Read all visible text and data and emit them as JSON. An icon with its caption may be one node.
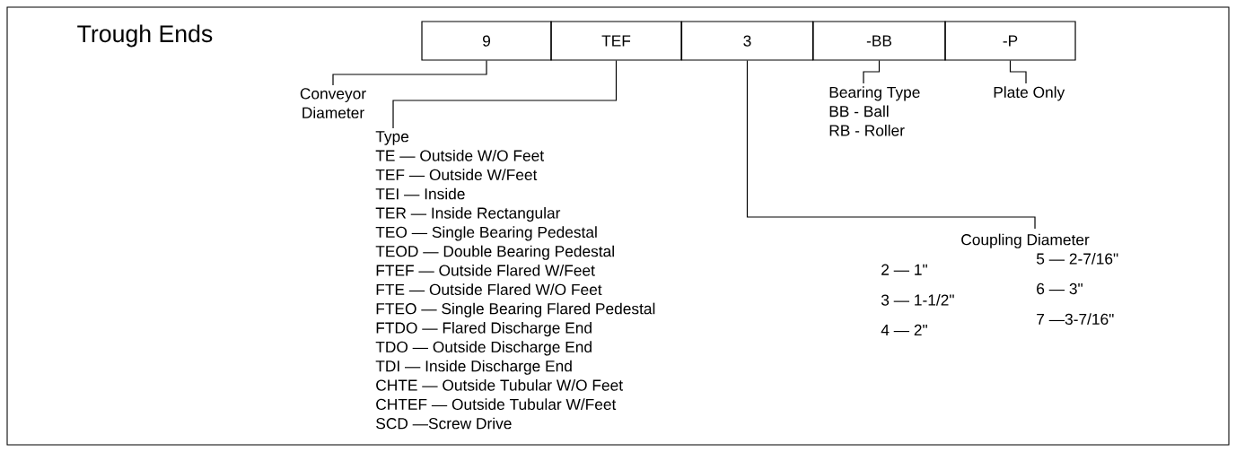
{
  "diagram": {
    "title": "Trough Ends",
    "nodes": [
      {
        "text": [
          "9"
        ]
      },
      {
        "text": [
          "TEF"
        ]
      },
      {
        "text": [
          "3"
        ]
      },
      {
        "text": [
          "-BB"
        ]
      },
      {
        "text": [
          "-P"
        ]
      },
      {
        "text": [
          "Conveyor Diameter"
        ]
      },
      {
        "text": [
          "Type",
          "TE — Outside W/O Feet",
          "TEF — Outside W/Feet",
          "TEI — Inside",
          "TER — Inside Rectangular",
          "TEO — Single Bearing Pedestal",
          "TEOD — Double Bearing Pedestal",
          "FTEF — Outside Flared W/Feet",
          "FTE — Outside Flared W/O Feet",
          "FTEO — Single Bearing Flared Pedestal",
          "FTDO — Flared Discharge End",
          "TDO — Outside Discharge End",
          "TDI — Inside Discharge End",
          "CHTE — Outside Tubular W/O Feet",
          "CHTEF — Outside Tubular W/Feet",
          "SCD —Screw Drive"
        ]
      },
      {
        "text": [
          "Bearing Type",
          "BB - Ball",
          "RB - Roller"
        ]
      },
      {
        "text": [
          "Plate Only"
        ]
      },
      {
        "text": [
          "Coupling Diameter",
          "2 — 1\"",
          "5 — 2-7/16\"",
          "3 — 1-1/2\"",
          "6 — 3\"",
          "4 — 2\"",
          "7 —3-7/16\""
        ]
      }
    ],
    "edges": [
      {
        "from": 0,
        "to": 5,
        "arrow": "none"
      },
      {
        "from": 1,
        "to": 6,
        "arrow": "none"
      },
      {
        "from": 2,
        "to": 9,
        "arrow": "none"
      },
      {
        "from": 3,
        "to": 7,
        "arrow": "none"
      },
      {
        "from": 4,
        "to": 8,
        "arrow": "none"
      }
    ]
  }
}
